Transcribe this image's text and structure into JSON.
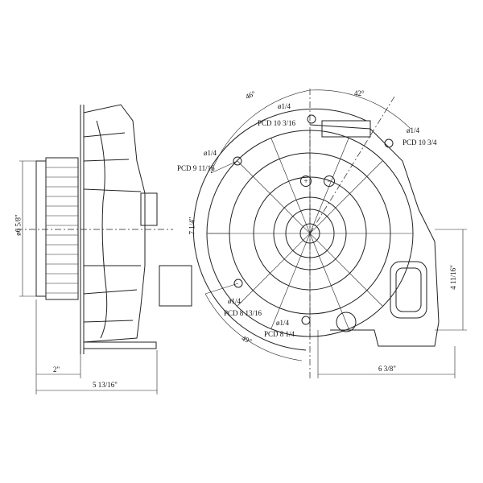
{
  "drawing": {
    "side_view": {
      "diameter_label": "ø6 5/8\"",
      "depth_label": "2\"",
      "overall_width_label": "5 13/16\""
    },
    "front_view": {
      "angles": [
        "46°",
        "42°",
        "49°"
      ],
      "holes": [
        {
          "hole": "ø1/4",
          "pcd": "PCD 10 3/16"
        },
        {
          "hole": "ø1/4",
          "pcd": "PCD 10 3/4"
        },
        {
          "hole": "ø1/4",
          "pcd": "PCD 9 11/16"
        },
        {
          "hole": "ø1/4",
          "pcd": "PCD 8 13/16"
        },
        {
          "hole": "ø1/4",
          "pcd": "PCD 8 1/4"
        }
      ],
      "height_label": "7 1/4\"",
      "outlet_height_label": "4 11/16\"",
      "width_label": "6 3/8\"",
      "terminal_plus": "+",
      "terminal_minus": "−"
    }
  }
}
